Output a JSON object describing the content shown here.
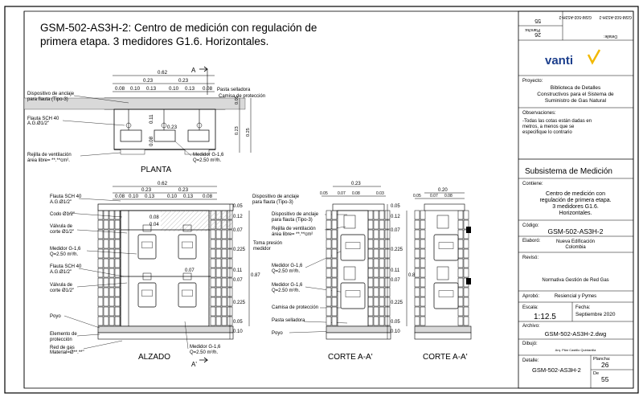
{
  "title_line1": "GSM-502-AS3H-2: Centro de medición con regulación de",
  "title_line2": "primera etapa.  3 medidores G1.6. Horizontales.",
  "titleblock": {
    "top_small_id": "GSM-502-AS3H-2",
    "top_detalle_label": "Detalle:",
    "top_plancha_label": "Plancha:",
    "top_plancha_value": "26",
    "top_total_value": "55",
    "logo": "vanti",
    "brand_color": "#1b3e8c",
    "accent_color": "#f2b800",
    "proyecto_label": "Proyecto:",
    "proyecto_text": [
      "Biblioteca de Detalles",
      "Constructivos para el Sistema de",
      "Suministro de Gas Natural"
    ],
    "observaciones_label": "Observaciones:",
    "observaciones_text": [
      "-Todas las cotas están dadas en",
      "metros, a menos que se",
      "especifique lo contrario"
    ],
    "subsistema": "Subsistema de Medición",
    "contiene_label": "Contiene:",
    "contiene_text": [
      "Centro de medición con",
      "regulación de primera etapa.",
      "3 medidores G1.6.",
      "Horizontales."
    ],
    "codigo_label": "Código:",
    "codigo_value": "GSM-502-AS3H-2",
    "elaboro_label": "Elaboró:",
    "elaboro_value": [
      "Nueva Edificación",
      "Colombia"
    ],
    "reviso_label": "Revisó:",
    "reviso_value": "Normativa Gestión de Red Gas",
    "aprobo_label": "Aprobó:",
    "aprobo_value": "Resiencial y Pymes",
    "escala_label": "Escala:",
    "escala_value": "1:12.5",
    "fecha_label": "Fecha:",
    "fecha_value": "Septiembre 2020",
    "archivo_label": "Archivo:",
    "archivo_value": "GSM-502-AS3H-2.dwg",
    "dibujo_label": "Dibujó:",
    "dibujo_value": "Arq. Pilar Castillo Quintanilla",
    "detalle_label": "Detalle:",
    "detalle_value": "GSM-502-AS3H-2",
    "plancha_label": "Plancha:",
    "plancha_value": "26",
    "de_label": "De",
    "de_value": "55"
  },
  "planta": {
    "label": "PLANTA",
    "section_mark": "A",
    "dim_total": "0.62",
    "dim_mid": [
      "0.23",
      "0.23"
    ],
    "dim_parts": [
      "0.08",
      "0.10",
      "0.13",
      "0.10",
      "0.13",
      "0.08"
    ],
    "dim_vert": [
      "0.11",
      "0.23",
      "0.08"
    ],
    "dim_right": [
      "0.05",
      "0.23",
      "0.25"
    ],
    "left_labels": [
      "Dispositivo de anclaje",
      "para flauta (Tipo-3)",
      "Flauta SCH 40",
      "A.G.Ø1/2\"",
      "Rejilla de ventilación",
      "área libre= **.**cm²."
    ],
    "right_labels": [
      "Pasta selladora",
      "Camisa de protección",
      "Medidor G-1,6",
      "Q=2.50 m³/h."
    ]
  },
  "alzado": {
    "label": "ALZADO",
    "section_mark": "A'",
    "dim_total": "0.62",
    "dim_mid": [
      "0.23",
      "0.23"
    ],
    "dim_parts": [
      "0.08",
      "0.10",
      "0.13",
      "0.10",
      "0.13",
      "0.08"
    ],
    "inner_dims": [
      "0.08",
      "0.04",
      "0.07"
    ],
    "left_labels": [
      "Flauta SCH 40",
      "A.G.Ø1/2\"",
      "Codo Ø1/2\"",
      "Válvula de",
      "corte Ø1/2\"",
      "Medidor G-1,6",
      "Q=2.50 m³/h.",
      "Flauta SCH 40",
      "A.G.Ø1/2\"",
      "Válvula de",
      "corte Ø1/2\"",
      "Poyo",
      "Elemento de",
      "protección",
      "Red de gas",
      "Material=Ø**.**\""
    ],
    "bottom_labels": [
      "Medidor G-1,6",
      "Q=2.50 m³/h."
    ],
    "top_labels": [
      "Dispositivo de anclaje",
      "para flauta (Tipo-3)"
    ],
    "right_dims": [
      "0.05",
      "0.12",
      "0.07",
      "0.225",
      "0.11",
      "0.07",
      "0.225",
      "0.05",
      "0.10"
    ],
    "total_dim": "0.87"
  },
  "mid_labels": [
    "Toma presión",
    "medidor",
    "Dispositivo de anclaje",
    "para flauta (Tipo-3)",
    "Rejilla de ventilación",
    "área libre= **.**cm²",
    "Medidor G-1,6",
    "Q=2.50 m³/h.",
    "Medidor G-1,6",
    "Q=2.50 m³/h.",
    "Camisa de protección",
    "Pasta selladora",
    "Poyo"
  ],
  "corte1": {
    "label": "CORTE A-A'",
    "dim_top": "0.23",
    "dim_parts": [
      "0.05",
      "0.07",
      "0.08",
      "0.03"
    ],
    "right_dims": [
      "0.05",
      "0.12",
      "0.07",
      "0.225",
      "0.11",
      "0.07",
      "0.225",
      "0.05",
      "0.10"
    ],
    "total_dim": "0.87"
  },
  "corte2": {
    "label": "CORTE A-A'",
    "dim_top": "0.20",
    "dim_parts": [
      "0.05",
      "0.07",
      "0.08"
    ]
  }
}
